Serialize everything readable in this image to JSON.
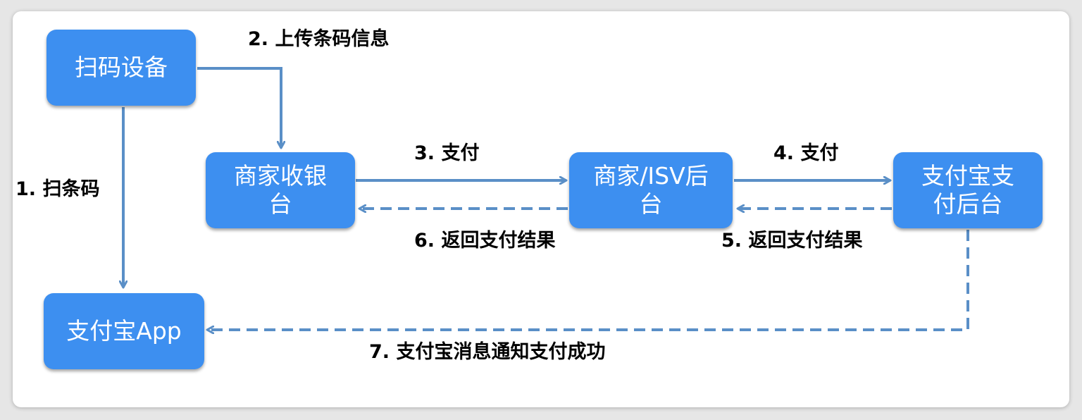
{
  "colors": {
    "node_fill": "#3d8ff0",
    "arrow": "#5a8fc7",
    "text": "#000000"
  },
  "nodes": {
    "scan_device": "扫码设备",
    "alipay_app": "支付宝App",
    "merchant_pos": "商家收银台",
    "merchant_backend": "商家/ISV后台",
    "alipay_backend": "支付宝支付后台"
  },
  "edges": [
    {
      "from": "scan_device",
      "to": "alipay_app",
      "label": "1. 扫条码",
      "style": "solid"
    },
    {
      "from": "scan_device",
      "to": "merchant_pos",
      "label": "2. 上传条码信息",
      "style": "solid"
    },
    {
      "from": "merchant_pos",
      "to": "merchant_backend",
      "label": "3. 支付",
      "style": "solid"
    },
    {
      "from": "merchant_backend",
      "to": "alipay_backend",
      "label": "4. 支付",
      "style": "solid"
    },
    {
      "from": "alipay_backend",
      "to": "merchant_backend",
      "label": "5. 返回支付结果",
      "style": "dashed"
    },
    {
      "from": "merchant_backend",
      "to": "merchant_pos",
      "label": "6. 返回支付结果",
      "style": "dashed"
    },
    {
      "from": "alipay_backend",
      "to": "alipay_app",
      "label": "7. 支付宝消息通知支付成功",
      "style": "dashed"
    }
  ]
}
